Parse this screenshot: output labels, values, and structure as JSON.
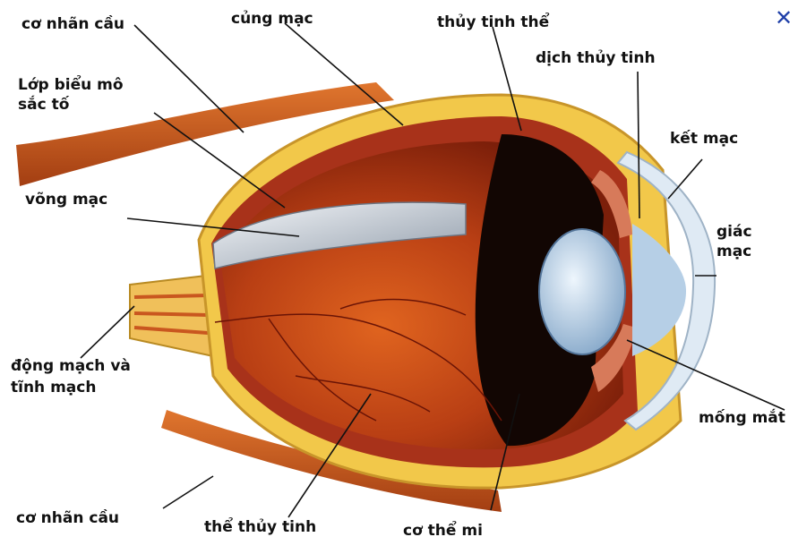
{
  "close": {
    "glyph": "✕",
    "icon": "close-icon",
    "color": "#1f3fa8"
  },
  "diagram": {
    "labels": {
      "muscle_top": "cơ nhãn cầu",
      "sclera": "củng mạc",
      "lens": "thủy tinh thể",
      "aqueous": "dịch thủy tinh",
      "pigment_line1": "Lớp biểu mô",
      "pigment_line2": "sắc tố",
      "conjunctiva": "kết mạc",
      "retina": "võng mạc",
      "cornea_line1": "giác",
      "cornea_line2": "mạc",
      "vessels_line1": "động mạch và",
      "vessels_line2": "tĩnh mạch",
      "iris": "mống mắt",
      "muscle_bottom": "cơ nhãn cầu",
      "vitreous": "thể thủy tinh",
      "ciliary": "cơ thể mi"
    },
    "colors": {
      "muscle": "#c9571f",
      "sclera": "#f2c84a",
      "choroid": "#a8321a",
      "interior": "#b93f14",
      "dark": "#120603",
      "lens": "#b9d3ea",
      "cornea": "#dfeaf4"
    }
  }
}
